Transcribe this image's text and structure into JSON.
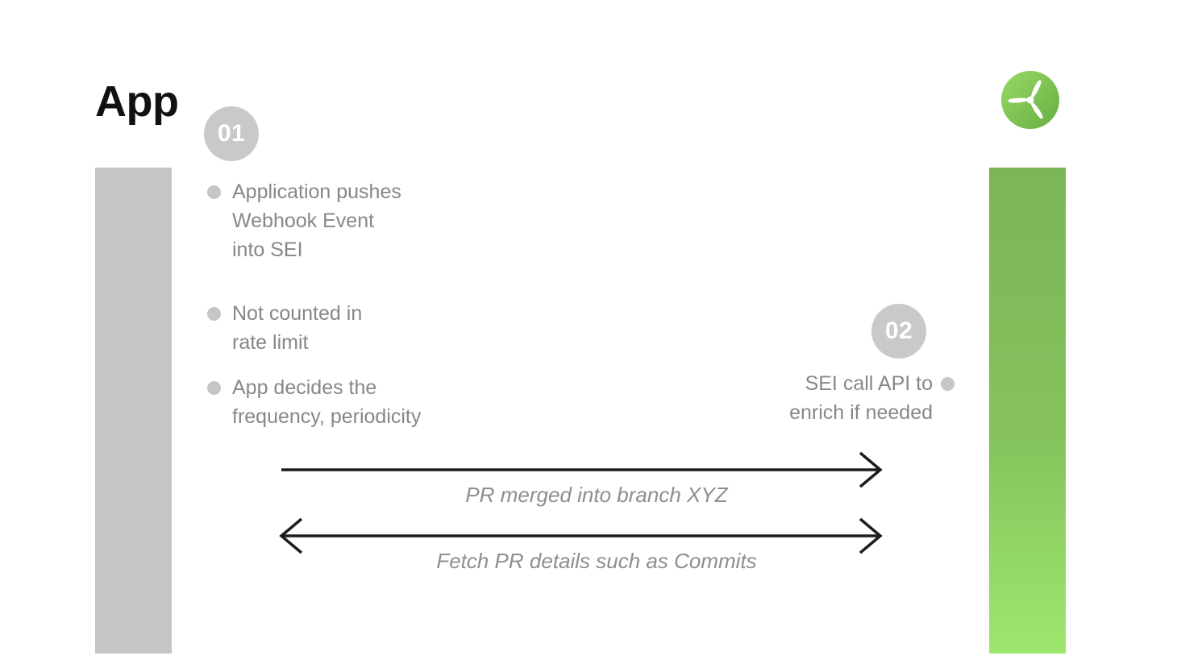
{
  "theme": {
    "bg": "#ffffff",
    "bar-gray": "#c5c5c5",
    "bar-green-top": "#7cb558",
    "bar-green-bottom": "#9de76e",
    "badge-bg": "#c9c9c9",
    "badge-text": "#ffffff",
    "text-gray": "#87878b",
    "dot-gray": "#c6c6c8",
    "arrow-color": "#1d1d1f",
    "label-color": "#8e8e92",
    "title-color": "#111113",
    "logo-green-light": "#97d967",
    "logo-green-dark": "#68ae41"
  },
  "title": "App",
  "logo": {
    "icon": "wind-turbine-icon"
  },
  "steps": {
    "one": {
      "number": "01",
      "items": [
        "Application pushes\nWebhook Event\ninto SEI",
        "Not counted in\nrate limit",
        "App decides the\nfrequency, periodicity"
      ]
    },
    "two": {
      "number": "02",
      "items": [
        "SEI call API to\nenrich if needed"
      ]
    }
  },
  "arrows": {
    "forward": {
      "label": "PR merged into branch XYZ",
      "direction": "right"
    },
    "exchange": {
      "label": "Fetch PR details such as Commits",
      "direction": "both"
    }
  }
}
